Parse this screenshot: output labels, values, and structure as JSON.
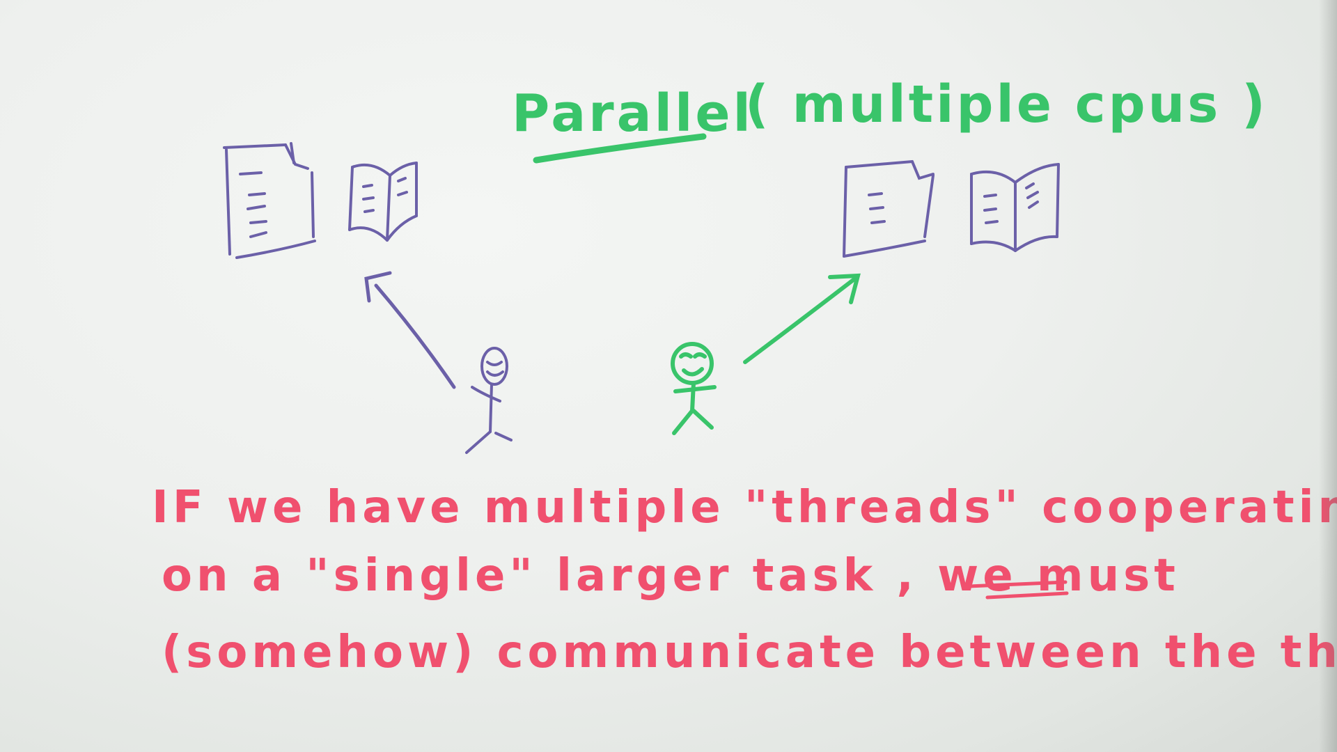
{
  "colors": {
    "board": "#eef0ee",
    "green_marker": "#39c46a",
    "purple_marker": "#6b60a8",
    "red_marker": "#f0506e"
  },
  "title": {
    "main": "Parallel",
    "paren": "( multiple cpus )"
  },
  "note": {
    "line1": "IF we have multiple \"threads\" cooperating",
    "line2": "on a \"single\" larger task , we must",
    "line3": "(somehow) communicate between the threads"
  },
  "icons": {
    "left_document": "document-icon",
    "left_book": "open-book-icon",
    "right_document": "document-icon",
    "right_book": "open-book-icon",
    "purple_person": "stick-figure-icon",
    "green_person": "stick-figure-icon"
  }
}
